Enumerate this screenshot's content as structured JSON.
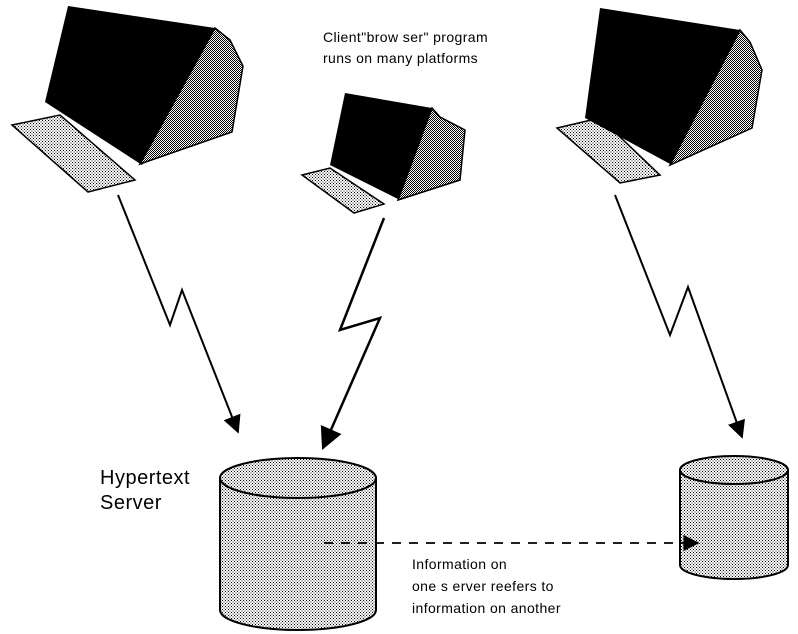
{
  "labels": {
    "client_note_line1": "Client\"brow ser\" program",
    "client_note_line2": "runs on many platforms",
    "server_line1": "Hypertext",
    "server_line2": "Server",
    "info_line1": "Information on",
    "info_line2": "one s erver reefers to",
    "info_line3": "information on another"
  },
  "colors": {
    "ink": "#000000",
    "background": "#ffffff"
  }
}
